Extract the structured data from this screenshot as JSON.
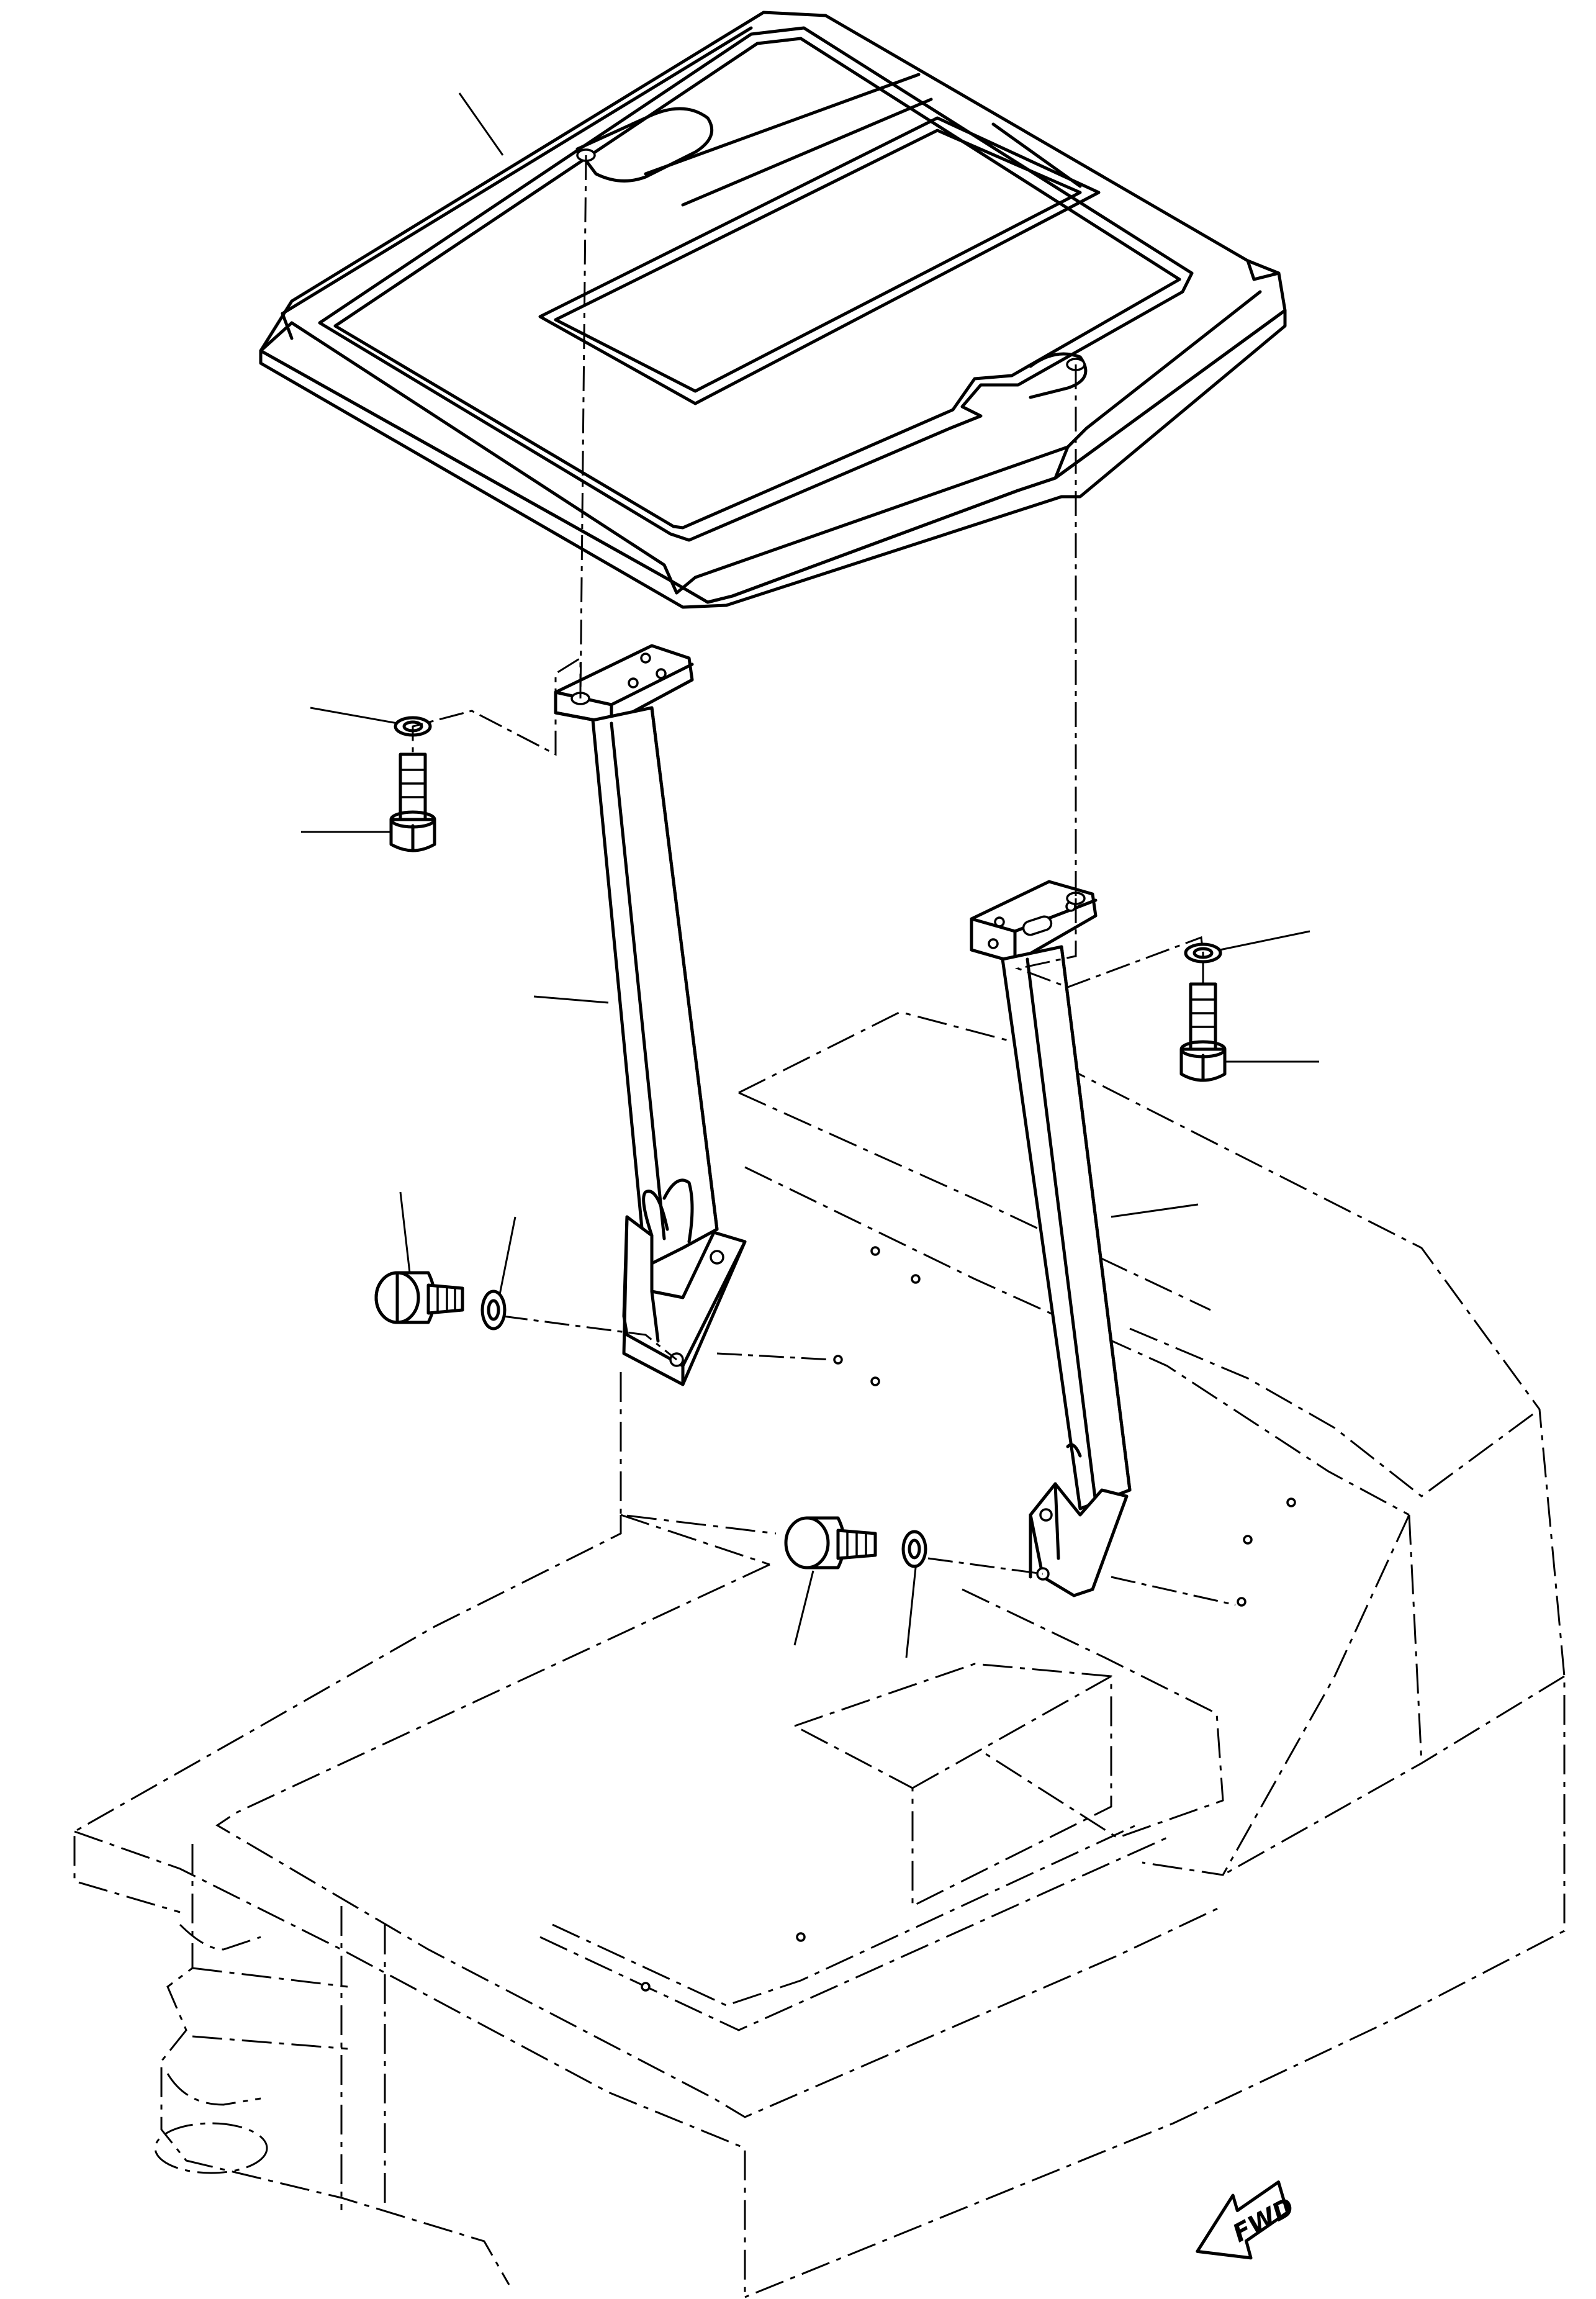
{
  "figure": {
    "forward_arrow": {
      "label": "FWD",
      "icon": "forward-arrow-icon"
    }
  },
  "parts": [
    {
      "name": "canopy-roof"
    },
    {
      "name": "left-support-post"
    },
    {
      "name": "right-support-post"
    },
    {
      "name": "top-bolt-left"
    },
    {
      "name": "top-washer-left"
    },
    {
      "name": "top-bolt-right"
    },
    {
      "name": "top-washer-right"
    },
    {
      "name": "lower-bolt-left"
    },
    {
      "name": "lower-washer-left"
    },
    {
      "name": "lower-bolt-right"
    },
    {
      "name": "lower-washer-right"
    },
    {
      "name": "machine-body-phantom"
    }
  ]
}
